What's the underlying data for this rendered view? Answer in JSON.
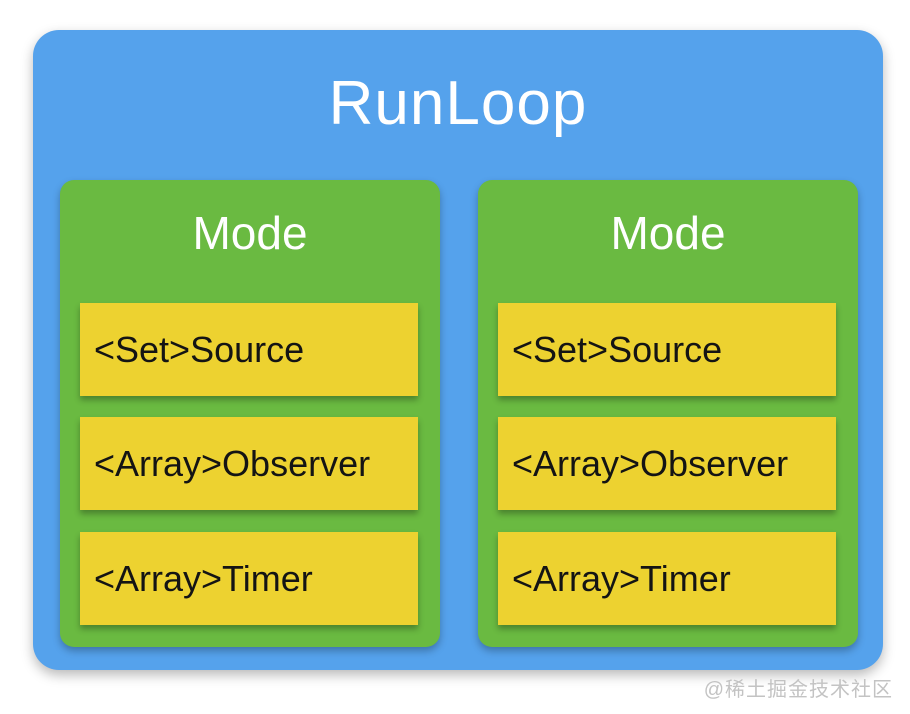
{
  "diagram": {
    "title": "RunLoop",
    "modes": [
      {
        "title": "Mode",
        "items": [
          "<Set>Source",
          "<Array>Observer",
          "<Array>Timer"
        ]
      },
      {
        "title": "Mode",
        "items": [
          "<Set>Source",
          "<Array>Observer",
          "<Array>Timer"
        ]
      }
    ],
    "colors": {
      "runloop_blue": "#55a2ec",
      "mode_green": "#6aba41",
      "item_yellow": "#edd230",
      "title_text": "#ffffff",
      "item_text": "#141414",
      "watermark_gray": "#c3c3c3"
    },
    "watermark": "@稀土掘金技术社区"
  }
}
